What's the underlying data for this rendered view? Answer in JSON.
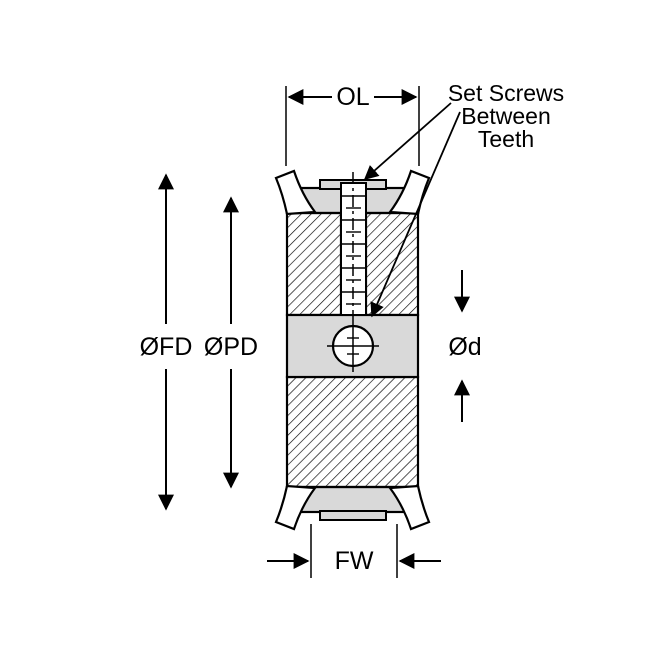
{
  "diagram": {
    "labels": {
      "overall_length": "OL",
      "flange_diameter": "ØFD",
      "pitch_diameter": "ØPD",
      "bore_diameter": "Ød",
      "face_width": "FW",
      "annotation_line1": "Set Screws",
      "annotation_line2": "Between",
      "annotation_line3": "Teeth"
    },
    "colors": {
      "line": "#000000",
      "section_fill": "#d9d9d9",
      "background": "#ffffff"
    }
  }
}
